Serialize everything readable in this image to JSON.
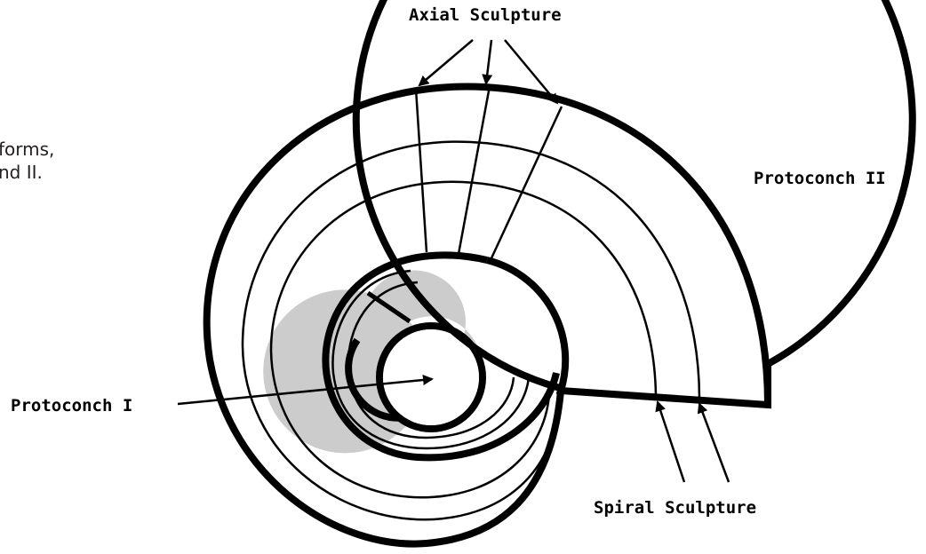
{
  "caption": {
    "line1": "forms,",
    "line2": "nd II."
  },
  "labels": {
    "axial": "Axial Sculpture",
    "protoconch_ii": "Protoconch II",
    "protoconch_i": "Protoconch I",
    "spiral": "Spiral Sculpture"
  },
  "colors": {
    "stroke": "#000000",
    "protoconch_i_fill": "#cccccc",
    "background": "#ffffff"
  }
}
